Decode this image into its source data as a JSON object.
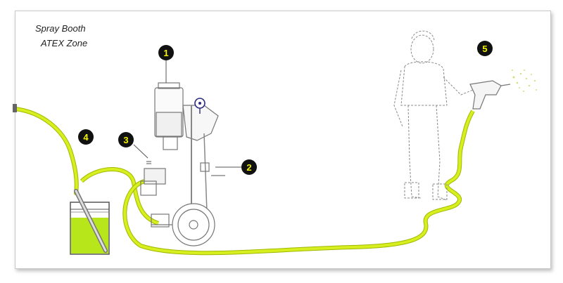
{
  "title": {
    "line1": "Spray Booth",
    "line2": "ATEX Zone"
  },
  "callouts": [
    {
      "id": "pump-motor",
      "label": "1"
    },
    {
      "id": "pump-outlet",
      "label": "2"
    },
    {
      "id": "filter-regulator",
      "label": "3"
    },
    {
      "id": "suction-hose",
      "label": "4"
    },
    {
      "id": "spray-gun",
      "label": "5"
    }
  ],
  "colors": {
    "hose": "#d7ef1f",
    "hose_outline": "#9fb800",
    "paint": "#b7e61a",
    "drawing": "#888888",
    "callout_fill": "#111111",
    "callout_text": "#f2f200",
    "gauge": "#2b2b80"
  }
}
